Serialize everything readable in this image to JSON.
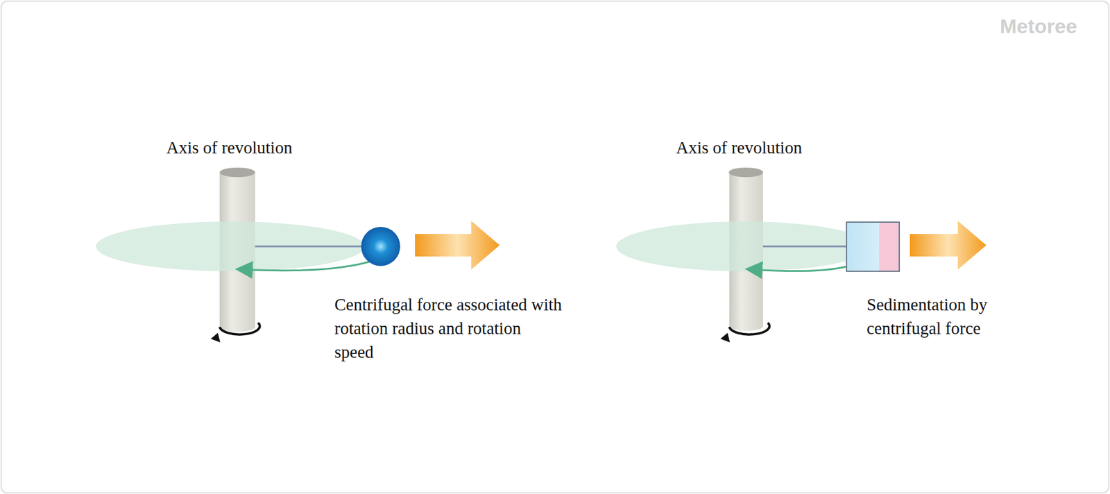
{
  "diagram": {
    "labels": [
      "Axis of revolution",
      "Axis of revolution",
      "Centrifugal force associated with rotation radius and rotation speed",
      "Sedimentation by centrifugal force",
      "Metoree"
    ]
  }
}
